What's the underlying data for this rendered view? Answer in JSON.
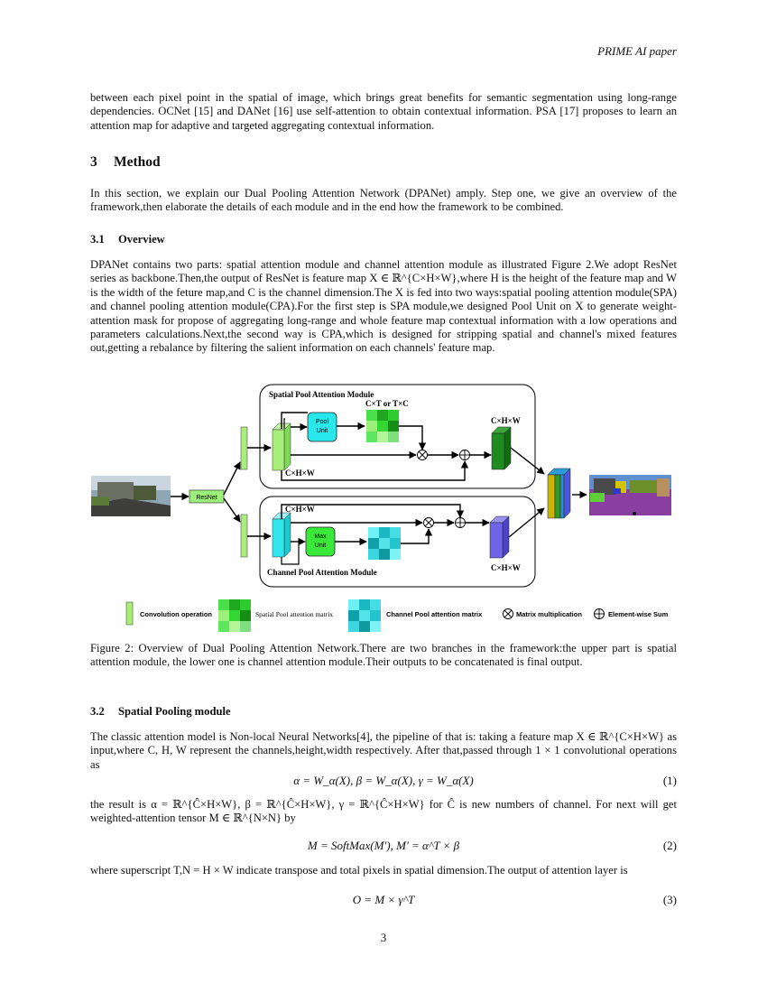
{
  "header": "PRIME AI paper",
  "intro_para": "between each pixel point in the spatial of image, which brings great benefits for semantic segmentation using long-range dependencies. OCNet [15] and DANet [16] use self-attention to obtain contextual information. PSA [17] proposes to learn an attention map for adaptive and targeted aggregating contextual information.",
  "section3": {
    "num": "3",
    "title": "Method"
  },
  "method_para": "In this section, we explain our Dual Pooling Attention Network (DPANet) amply. Step one, we give an overview of the framework,then elaborate the details of each module and in the end how the framework to be combined.",
  "section31": {
    "num": "3.1",
    "title": "Overview"
  },
  "overview_para": "DPANet contains two parts: spatial attention module and channel attention module as illustrated Figure 2.We adopt ResNet series as backbone.Then,the output of ResNet is feature map X ∈ ℝ^{C×H×W},where H is the height of the feature map and W is the width of the feture map,and C is the channel dimension.The X is fed into two ways:spatial pooling attention module(SPA) and channel pooling attention module(CPA).For the first step is SPA module,we designed Pool Unit on X to generate weight-attention mask for propose of aggregating long-range and whole feature map contextual information with a low operations and parameters calculations.Next,the second way is CPA,which is designed for stripping spatial and channel's mixed features out,getting a rebalance by filtering the salient information on each channels' feature map.",
  "figure": {
    "spa_title": "Spatial Pool Attention Module",
    "cpa_title": "Channel Pool Attention Module",
    "pool_unit": [
      "Pool",
      "Unit"
    ],
    "max_unit": [
      "Max",
      "Unit"
    ],
    "resnet": "ResNet",
    "ct_label": "C×T  or  T×C",
    "chw_spa_top": "C×H×W",
    "chw_spa_bottom": "C×H×W",
    "chw_cpa_top": "C×H×W",
    "chw_cpa_bottom": "C×H×W",
    "legend": {
      "conv": "Convolution operation",
      "spatial_matrix": "Spatial Pool attention matrix",
      "channel_matrix": "Channel Pool attention matrix",
      "matmul": "Matrix multiplication",
      "sum": "Element-wise Sum"
    },
    "caption": "Figure 2: Overview of Dual Pooling Attention Network.There are two branches in the framework:the upper part is spatial attention module, the lower one is channel attention module.Their outputs to be concatenated is final output."
  },
  "section32": {
    "num": "3.2",
    "title": "Spatial Pooling module"
  },
  "spatial_para": "The classic attention model is Non-local Neural Networks[4], the pipeline of that is: taking a feature map X ∈ ℝ^{C×H×W} as input,where C, H, W represent the channels,height,width respectively. After that,passed through 1 × 1 convolutional operations as",
  "eq1": {
    "formula": "α = W_α(X), β = W_α(X), γ = W_α(X)",
    "tag": "(1)"
  },
  "after_eq1": "the result is α = ℝ^{Ĉ×H×W}, β = ℝ^{Ĉ×H×W}, γ = ℝ^{Ĉ×H×W} for Ĉ is new numbers of channel. For next will get weighted-attention tensor M ∈ ℝ^{N×N} by",
  "eq2": {
    "formula": "M = SoftMax(M′),    M′ = α^T × β",
    "tag": "(2)"
  },
  "after_eq2": "where superscript T,N = H × W indicate transpose and total pixels in spatial dimension.The output of attention layer is",
  "eq3": {
    "formula": "O = M × γ^T",
    "tag": "(3)"
  },
  "page_number": "3",
  "colors": {
    "conv_green": "#a8ee7a",
    "spa_block": "#1f8a1f",
    "cpa_block": "#6e66e6",
    "cyan": "#33e6ee",
    "pool_unit": "#29e8ec",
    "max_unit": "#3ae83a"
  }
}
